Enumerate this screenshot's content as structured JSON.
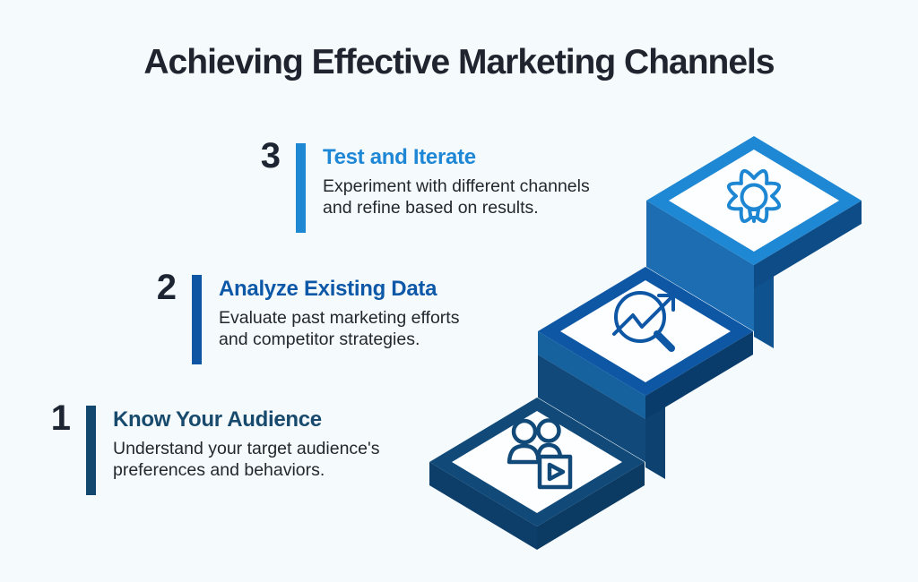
{
  "title": "Achieving Effective Marketing Channels",
  "steps": [
    {
      "number": "1",
      "heading": "Know Your Audience",
      "lines": [
        "Understand your target audience's",
        "preferences and behaviors."
      ],
      "description": "Understand your target audience's preferences and behaviors.",
      "accent_color": "#174A6C",
      "bar_color": "#12486E",
      "icon": "audience-people-video-icon"
    },
    {
      "number": "2",
      "heading": "Analyze Existing Data",
      "lines": [
        "Evaluate past marketing efforts",
        "and competitor strategies."
      ],
      "description": "Evaluate past marketing efforts and competitor strategies.",
      "accent_color": "#0E58A8",
      "bar_color": "#0E55A4",
      "icon": "magnifier-trend-arrow-icon"
    },
    {
      "number": "3",
      "heading": "Test and Iterate",
      "lines": [
        "Experiment with different channels",
        "and refine based on results."
      ],
      "description": "Experiment with different channels and refine based on results.",
      "accent_color": "#1E87D6",
      "bar_color": "#1E88D2",
      "icon": "gear-lightbulb-icon"
    }
  ],
  "colors": {
    "background": "#F5FAFD",
    "title_text": "#20242E",
    "body_text": "#23282E",
    "step_number_text": "#1D2532",
    "stair_top_step1": "#114A79",
    "stair_top_step2": "#0D57A5",
    "stair_top_step3": "#1E88D4",
    "stair_side_light": "#1C6DB2",
    "stair_side_dark": "#0C3E69",
    "stair_face_white": "#FDFEFF"
  }
}
